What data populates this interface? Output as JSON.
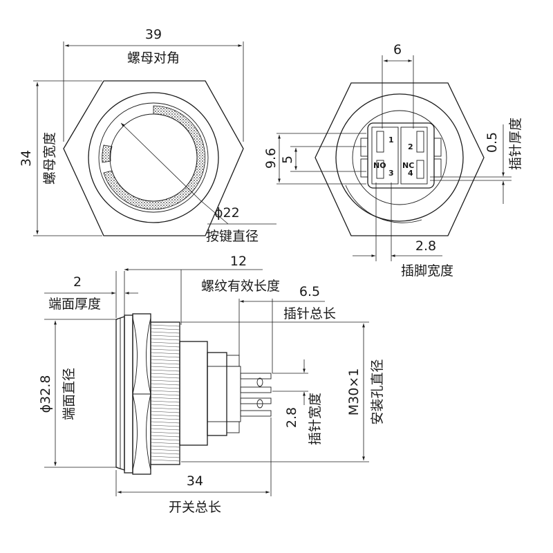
{
  "front_view": {
    "nut_width": {
      "value": "39",
      "label": "螺母对角"
    },
    "nut_height": {
      "value": "34",
      "label": "螺母宽度"
    },
    "button_diameter": {
      "value": "ϕ22",
      "label": "按键直径"
    }
  },
  "rear_view": {
    "pin_spacing": {
      "value": "6"
    },
    "pin_thickness": {
      "value": "0.5",
      "label": "插针厚度"
    },
    "outer_height": {
      "value": "9.6"
    },
    "inner_height": {
      "value": "5"
    },
    "foot_width": {
      "value": "2.8",
      "label": "插脚宽度"
    },
    "pin_numbers": [
      "1",
      "2",
      "3",
      "4",
      "NO",
      "NC"
    ]
  },
  "side_view": {
    "face_thickness": {
      "value": "2",
      "label": "端面厚度"
    },
    "thread_length": {
      "value": "12",
      "label": "螺纹有效长度"
    },
    "pin_total_length": {
      "value": "6.5",
      "label": "插针总长"
    },
    "face_diameter": {
      "value": "ϕ32.8",
      "label": "端面直径"
    },
    "pin_width": {
      "value": "2.8",
      "label": "插针宽度"
    },
    "mount_hole": {
      "value": "M30×1",
      "label": "安装孔直径"
    },
    "switch_length": {
      "value": "34",
      "label": "开关总长"
    }
  }
}
